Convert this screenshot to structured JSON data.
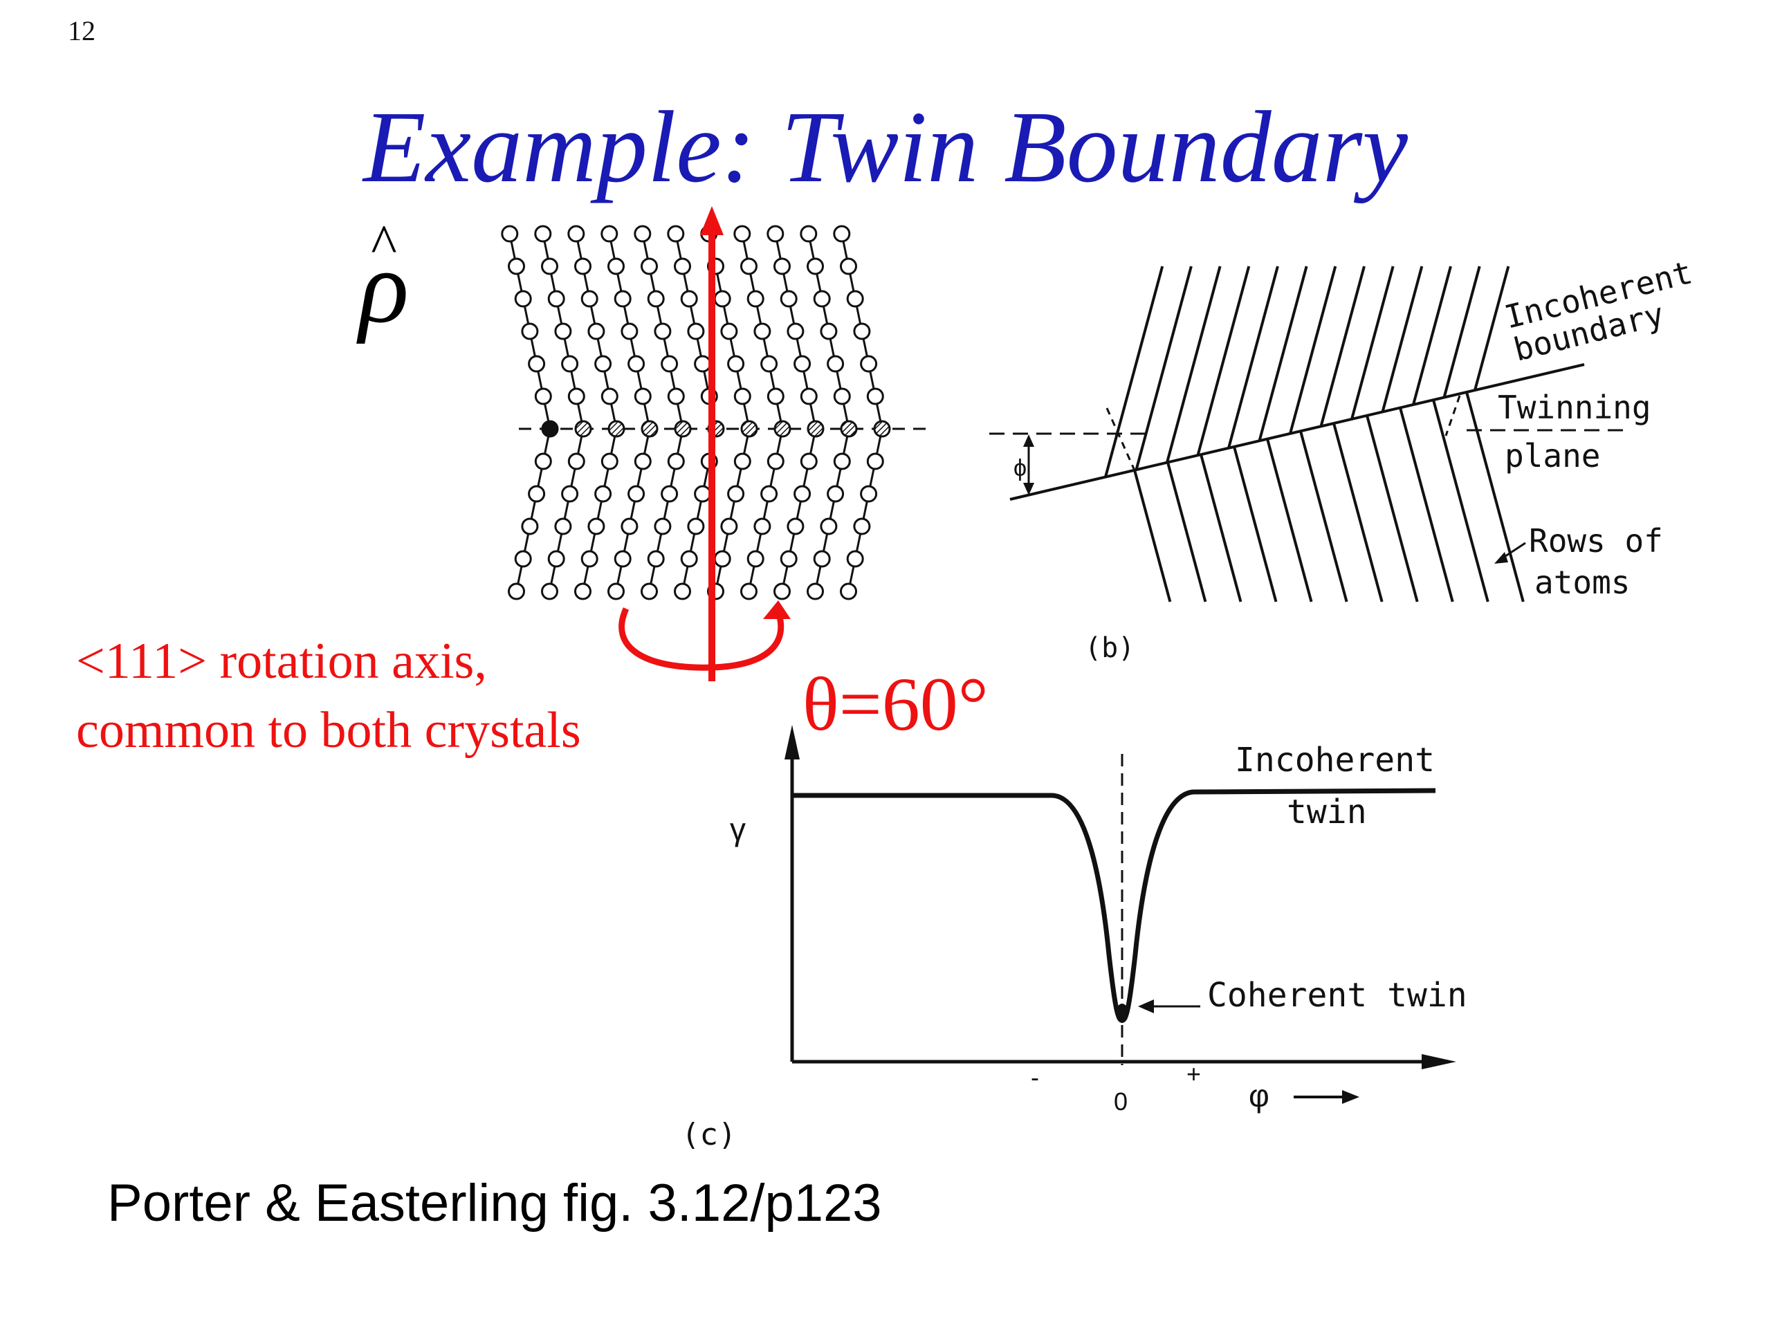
{
  "slide": {
    "number": "12",
    "title": "Example: Twin Boundary",
    "rotation_symbol": "ρ",
    "rotation_hat": "^",
    "axis_caption_line1": "<111> rotation axis,",
    "axis_caption_line2": "common to both crystals",
    "angle_label": "θ=60°",
    "citation": "Porter & Easterling fig. 3.12/p123"
  },
  "figure_b": {
    "incoherent_line1": "Incoherent",
    "incoherent_line2": "boundary",
    "twinning_line1": "Twinning",
    "twinning_line2": "plane",
    "rows_line1": "Rows of",
    "rows_line2": "atoms",
    "phi": "ϕ",
    "caption": "(b)"
  },
  "figure_c": {
    "y_label": "γ",
    "incoherent_line1": "Incoherent",
    "incoherent_line2": "twin",
    "coherent": "Coherent twin",
    "tick_minus": "-",
    "tick_zero": "0",
    "tick_plus": "+",
    "x_label": "φ",
    "caption": "(c)"
  },
  "colors": {
    "title": "#1a1ab4",
    "accent_red": "#ee1111",
    "ink": "#111111"
  }
}
